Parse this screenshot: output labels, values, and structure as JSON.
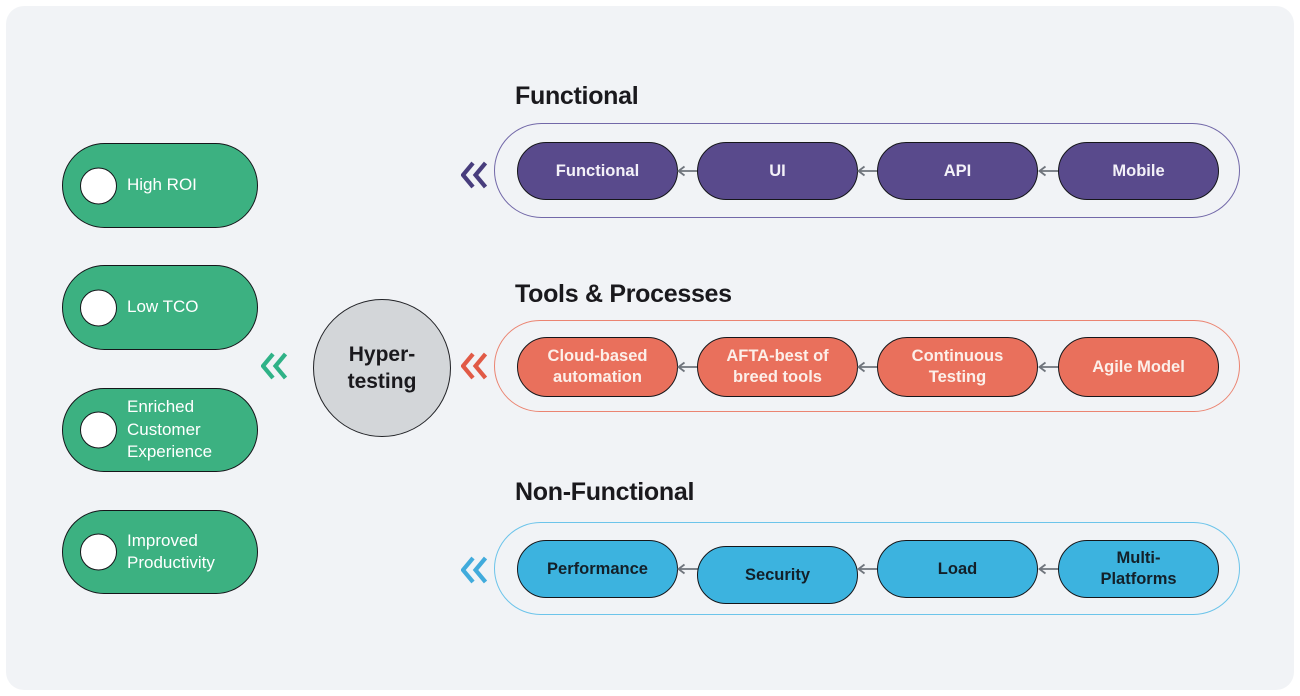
{
  "page": {
    "canvas_background": "#f1f3f6",
    "frame_color": "#ffffff"
  },
  "hub": {
    "label": "Hyper-\ntesting",
    "fill": "#d3d6d9",
    "text_color": "#1a191d"
  },
  "benefits": {
    "pill_color": "#3cb181",
    "text_color": "#ffffff",
    "chevron_color": "#2fb287",
    "chevron_icon": "double-chevron-left-icon",
    "bullet_icon": "circle-bullet-icon",
    "items": [
      {
        "label": "High ROI"
      },
      {
        "label": "Low TCO"
      },
      {
        "label": "Enriched\nCustomer\nExperience"
      },
      {
        "label": "Improved\nProductivity"
      }
    ]
  },
  "connector_color": "#6f747c",
  "categories": [
    {
      "title": "Functional",
      "pill_color": "#594a8c",
      "pill_text_color": "#f3f1f8",
      "container_border_color": "#7268a8",
      "chevron_color": "#483d7d",
      "items": [
        {
          "label": "Functional"
        },
        {
          "label": "UI"
        },
        {
          "label": "API"
        },
        {
          "label": "Mobile"
        }
      ]
    },
    {
      "title": "Tools & Processes",
      "pill_color": "#e9705c",
      "pill_text_color": "#fcefe9",
      "container_border_color": "#eb8471",
      "chevron_color": "#e15a46",
      "items": [
        {
          "label": "Cloud-based\nautomation"
        },
        {
          "label": "AFTA-best of\nbreed tools"
        },
        {
          "label": "Continuous\nTesting"
        },
        {
          "label": "Agile Model"
        }
      ]
    },
    {
      "title": "Non-Functional",
      "pill_color": "#3cb3df",
      "pill_text_color": "#132029",
      "container_border_color": "#6cc4ea",
      "chevron_color": "#41abdc",
      "items": [
        {
          "label": "Performance"
        },
        {
          "label": "Security"
        },
        {
          "label": "Load"
        },
        {
          "label": "Multi-\nPlatforms"
        }
      ]
    }
  ]
}
